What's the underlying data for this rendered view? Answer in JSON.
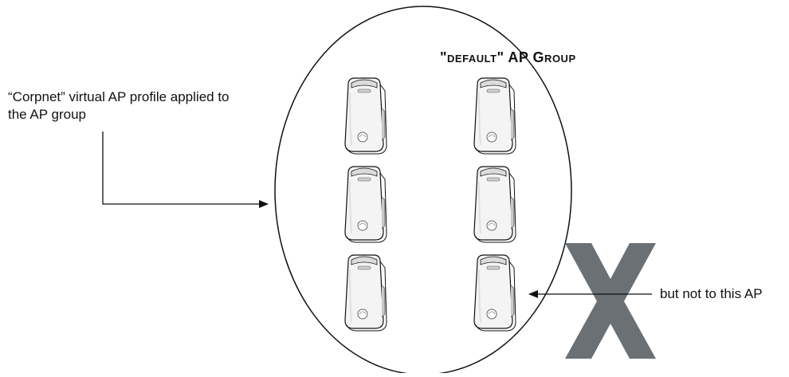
{
  "diagram": {
    "group_title": "\"default\" AP Group",
    "profile_label": "“Corpnet” virtual AP profile applied to the AP group",
    "excluded_label": "but not to this AP",
    "exclusion_mark": "X",
    "access_points": [
      {
        "id": "ap-1",
        "excluded": false
      },
      {
        "id": "ap-2",
        "excluded": false
      },
      {
        "id": "ap-3",
        "excluded": false
      },
      {
        "id": "ap-4",
        "excluded": false
      },
      {
        "id": "ap-5",
        "excluded": false
      },
      {
        "id": "ap-6",
        "excluded": true
      }
    ],
    "colors": {
      "outline": "#111111",
      "ap_body": "#f4f4f4",
      "ap_shadow": "#9a9a9a",
      "exclusion": "#6b7075"
    }
  }
}
